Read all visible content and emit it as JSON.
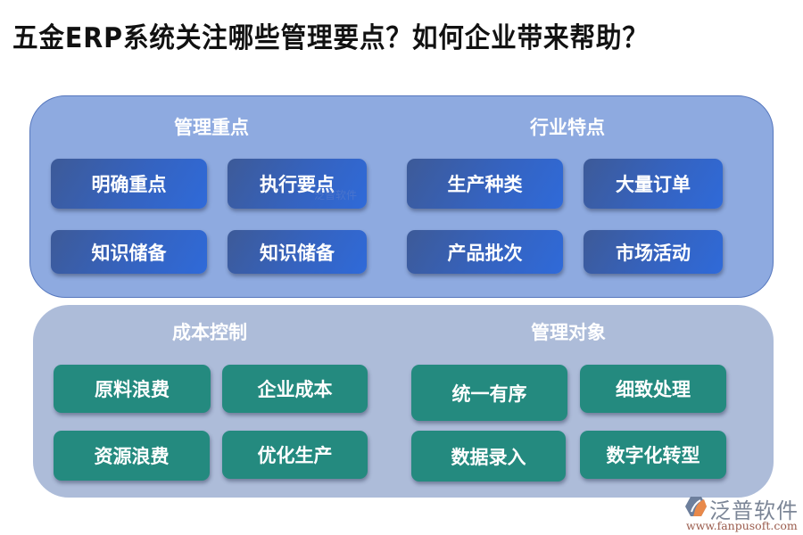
{
  "title": "五金ERP系统关注哪些管理要点？如何企业带来帮助？",
  "colors": {
    "top_panel": "#8eaae0",
    "top_panel_border": "#5677bd",
    "bottom_panel": "#adbcd9",
    "blue_button_start": "#3d5a98",
    "blue_button_end": "#2f6ad9",
    "teal_button": "#248a7f"
  },
  "top_panel": {
    "left_section": {
      "heading": "管理重点",
      "items": [
        "明确重点",
        "执行要点",
        "知识储备",
        "知识储备"
      ]
    },
    "right_section": {
      "heading": "行业特点",
      "items": [
        "生产种类",
        "大量订单",
        "产品批次",
        "市场活动"
      ]
    }
  },
  "bottom_panel": {
    "left_section": {
      "heading": "成本控制",
      "items": [
        "原料浪费",
        "企业成本",
        "资源浪费",
        "优化生产"
      ]
    },
    "right_section": {
      "heading": "管理对象",
      "items": [
        "统一有序",
        "细致处理",
        "数据录入",
        "数字化转型"
      ]
    }
  },
  "watermark": "泛普软件",
  "logo": {
    "icon": "fanpu-logo-icon",
    "name": "泛普软件",
    "url": "www.fanpusoft.com"
  }
}
